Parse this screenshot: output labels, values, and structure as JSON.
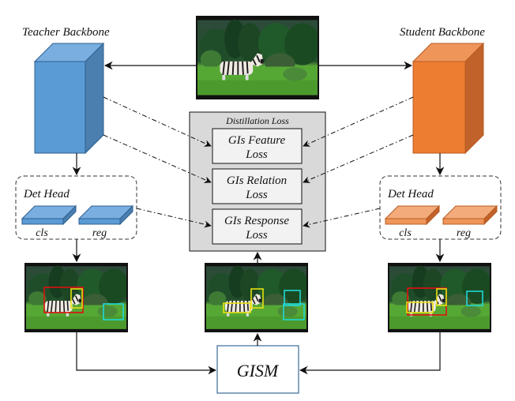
{
  "labels": {
    "teacher_backbone": "Teacher Backbone",
    "student_backbone": "Student Backbone",
    "distillation_loss": "Distillation Loss",
    "feature_loss_l1": "GIs Feature",
    "feature_loss_l2": "Loss",
    "relation_loss_l1": "GIs Relation",
    "relation_loss_l2": "Loss",
    "response_loss_l1": "GIs Response",
    "response_loss_l2": "Loss",
    "det_head": "Det Head",
    "cls": "cls",
    "reg": "reg",
    "gism": "GISM"
  },
  "colors": {
    "teacher_front": "#5b9bd5",
    "teacher_top": "#7aaee0",
    "teacher_side": "#4a7fb0",
    "teacher_stroke": "#2f5f8f",
    "student_front": "#ed7d31",
    "student_top": "#f0955a",
    "student_side": "#c0622a",
    "student_stroke": "#b85c22",
    "student_head_front": "#f0955a",
    "student_head_top": "#f4ab7c",
    "loss_panel_fill": "#d9d9d9",
    "loss_box_fill": "#f2f2f2",
    "gism_stroke": "#3a6a96",
    "box_red": "#e01010",
    "box_yellow": "#e8e010",
    "box_cyan": "#20d8d8"
  },
  "images": {
    "input": "zebra-in-grass-input-image",
    "teacher_detections": "teacher-detections",
    "gism_detections": "gism-selected-instances",
    "student_detections": "student-detections"
  }
}
